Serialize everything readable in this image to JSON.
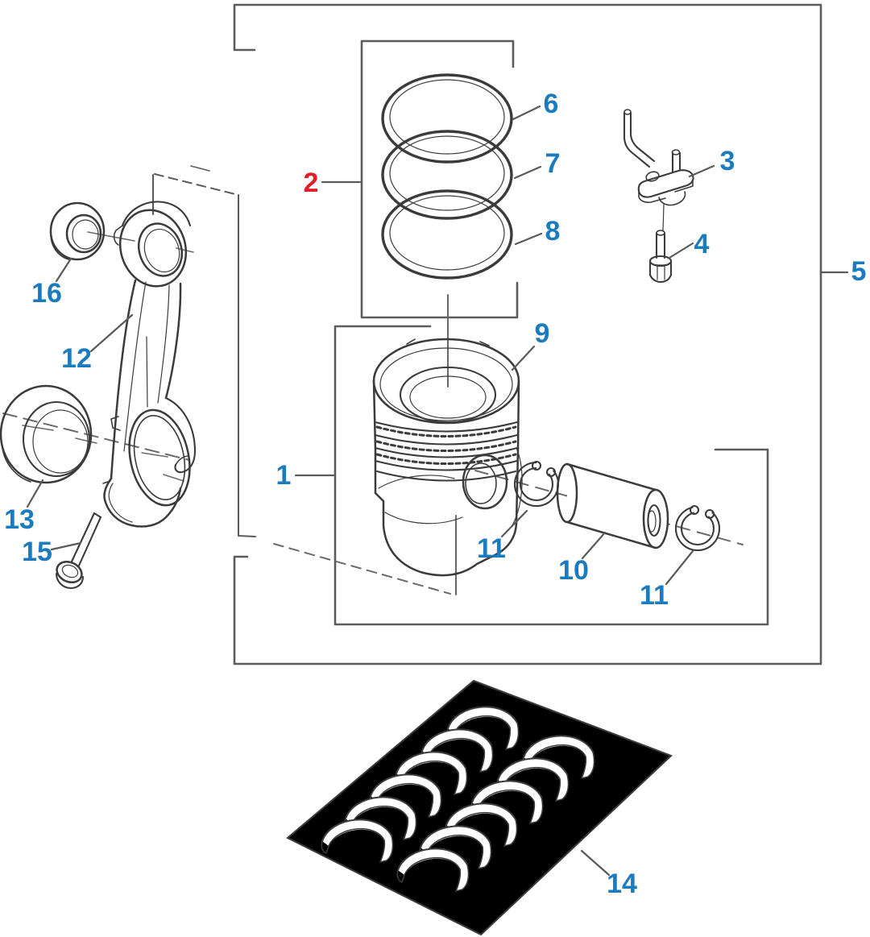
{
  "figure": {
    "kind": "exploded-parts-diagram",
    "background": "#ffffff"
  },
  "colors": {
    "callout_blue": "#1a7bbf",
    "callout_red": "#e21f26",
    "line_art": "#3b3b3b",
    "line_boxes": "#5c5c5c",
    "line_leaders": "#5a5a5a",
    "line_dashes": "#6a6a6a"
  },
  "callouts": {
    "c1": {
      "label": "1",
      "color": "#1a7bbf"
    },
    "c2": {
      "label": "2",
      "color": "#e21f26"
    },
    "c3": {
      "label": "3",
      "color": "#1a7bbf"
    },
    "c4": {
      "label": "4",
      "color": "#1a7bbf"
    },
    "c5": {
      "label": "5",
      "color": "#1a7bbf"
    },
    "c6": {
      "label": "6",
      "color": "#1a7bbf"
    },
    "c7": {
      "label": "7",
      "color": "#1a7bbf"
    },
    "c8": {
      "label": "8",
      "color": "#1a7bbf"
    },
    "c9": {
      "label": "9",
      "color": "#1a7bbf"
    },
    "c10": {
      "label": "10",
      "color": "#1a7bbf"
    },
    "c11a": {
      "label": "11",
      "color": "#1a7bbf"
    },
    "c11b": {
      "label": "11",
      "color": "#1a7bbf"
    },
    "c12": {
      "label": "12",
      "color": "#1a7bbf"
    },
    "c13": {
      "label": "13",
      "color": "#1a7bbf"
    },
    "c14": {
      "label": "14",
      "color": "#1a7bbf"
    },
    "c15": {
      "label": "15",
      "color": "#1a7bbf"
    },
    "c16": {
      "label": "16",
      "color": "#1a7bbf"
    }
  }
}
